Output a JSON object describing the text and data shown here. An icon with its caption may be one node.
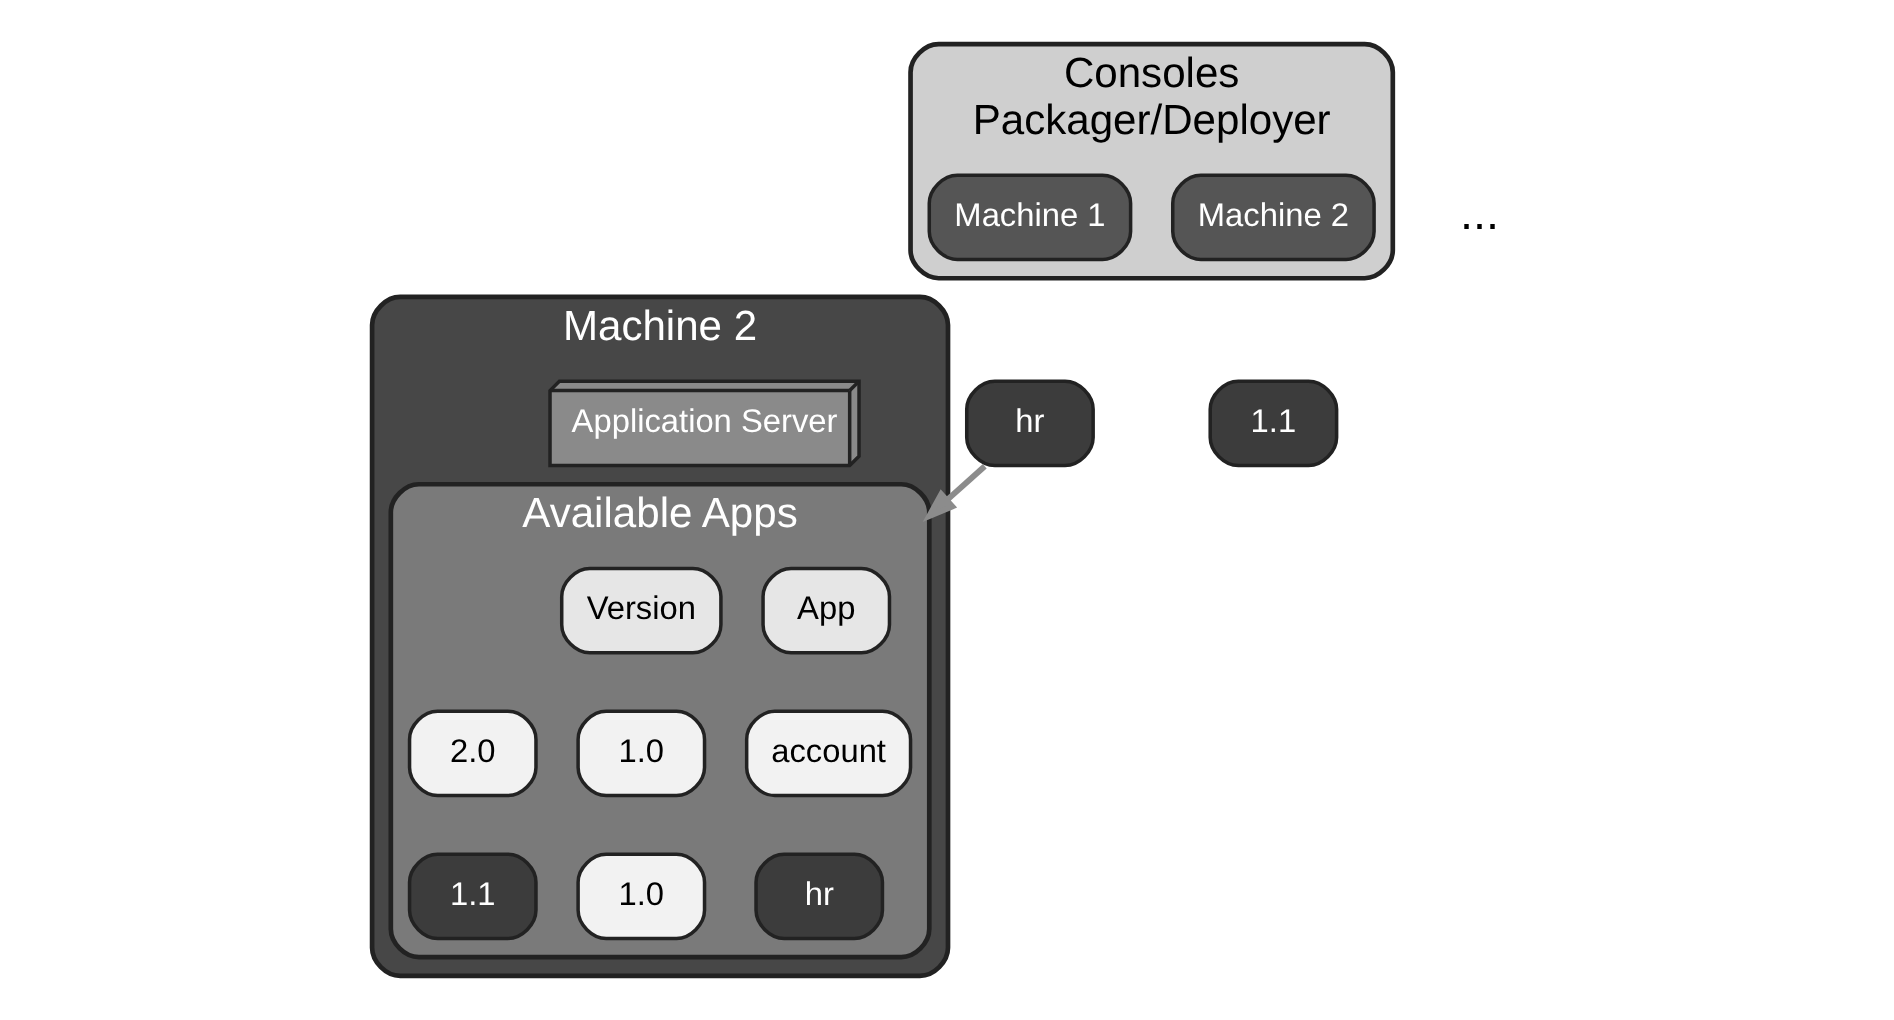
{
  "diagram": {
    "nodes": [
      {
        "text": [
          "Machine 2"
        ]
      },
      {
        "text": [
          "Application Server"
        ],
        "in": 0
      },
      {
        "text": [
          "Available Apps"
        ],
        "in": 0
      },
      {
        "text": [
          "App"
        ],
        "in": 2
      },
      {
        "text": [
          "Version"
        ],
        "in": 2
      },
      {
        "text": [
          "account"
        ],
        "in": 2
      },
      {
        "text": [
          "1.0"
        ],
        "in": 2
      },
      {
        "text": [
          "2.0"
        ],
        "in": 2
      },
      {
        "text": [
          "hr"
        ],
        "in": 2
      },
      {
        "text": [
          "1.0"
        ],
        "in": 2
      },
      {
        "text": [
          "1.1"
        ],
        "in": 2
      },
      {
        "text": [
          "Consoles",
          "Packager/Deployer"
        ]
      },
      {
        "text": [
          "Machine 1"
        ],
        "in": 11
      },
      {
        "text": [
          "Machine 2"
        ],
        "in": 11
      },
      {
        "text": [
          "hr"
        ]
      },
      {
        "text": [
          "1.1"
        ]
      }
    ],
    "edges": [
      {
        "from": 14,
        "to": 2,
        "arrow": "to"
      }
    ],
    "labels": [
      "..."
    ]
  }
}
